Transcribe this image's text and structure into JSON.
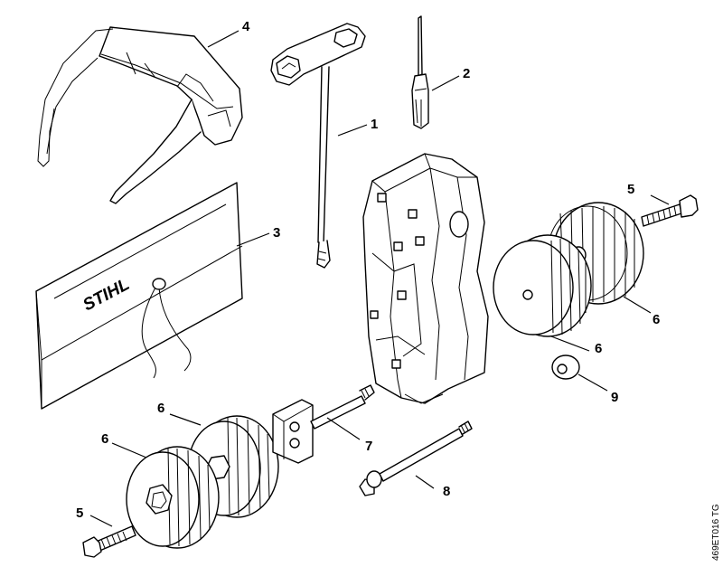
{
  "drawing_code": "469ET016 TG",
  "logo_text": "STIHL",
  "callouts": {
    "combination_wrench": "1",
    "screwdriver": "2",
    "tool_pouch": "3",
    "safety_glasses": "4",
    "screw_top": "5",
    "screw_bottom": "5",
    "roller_top_rear": "6",
    "roller_top_front": "6",
    "roller_bottom_rear": "6",
    "roller_bottom_front": "6",
    "bolt_square_plate": "7",
    "bolt_collar": "8",
    "washer": "9"
  },
  "colors": {
    "line": "#000000",
    "background": "#ffffff"
  }
}
